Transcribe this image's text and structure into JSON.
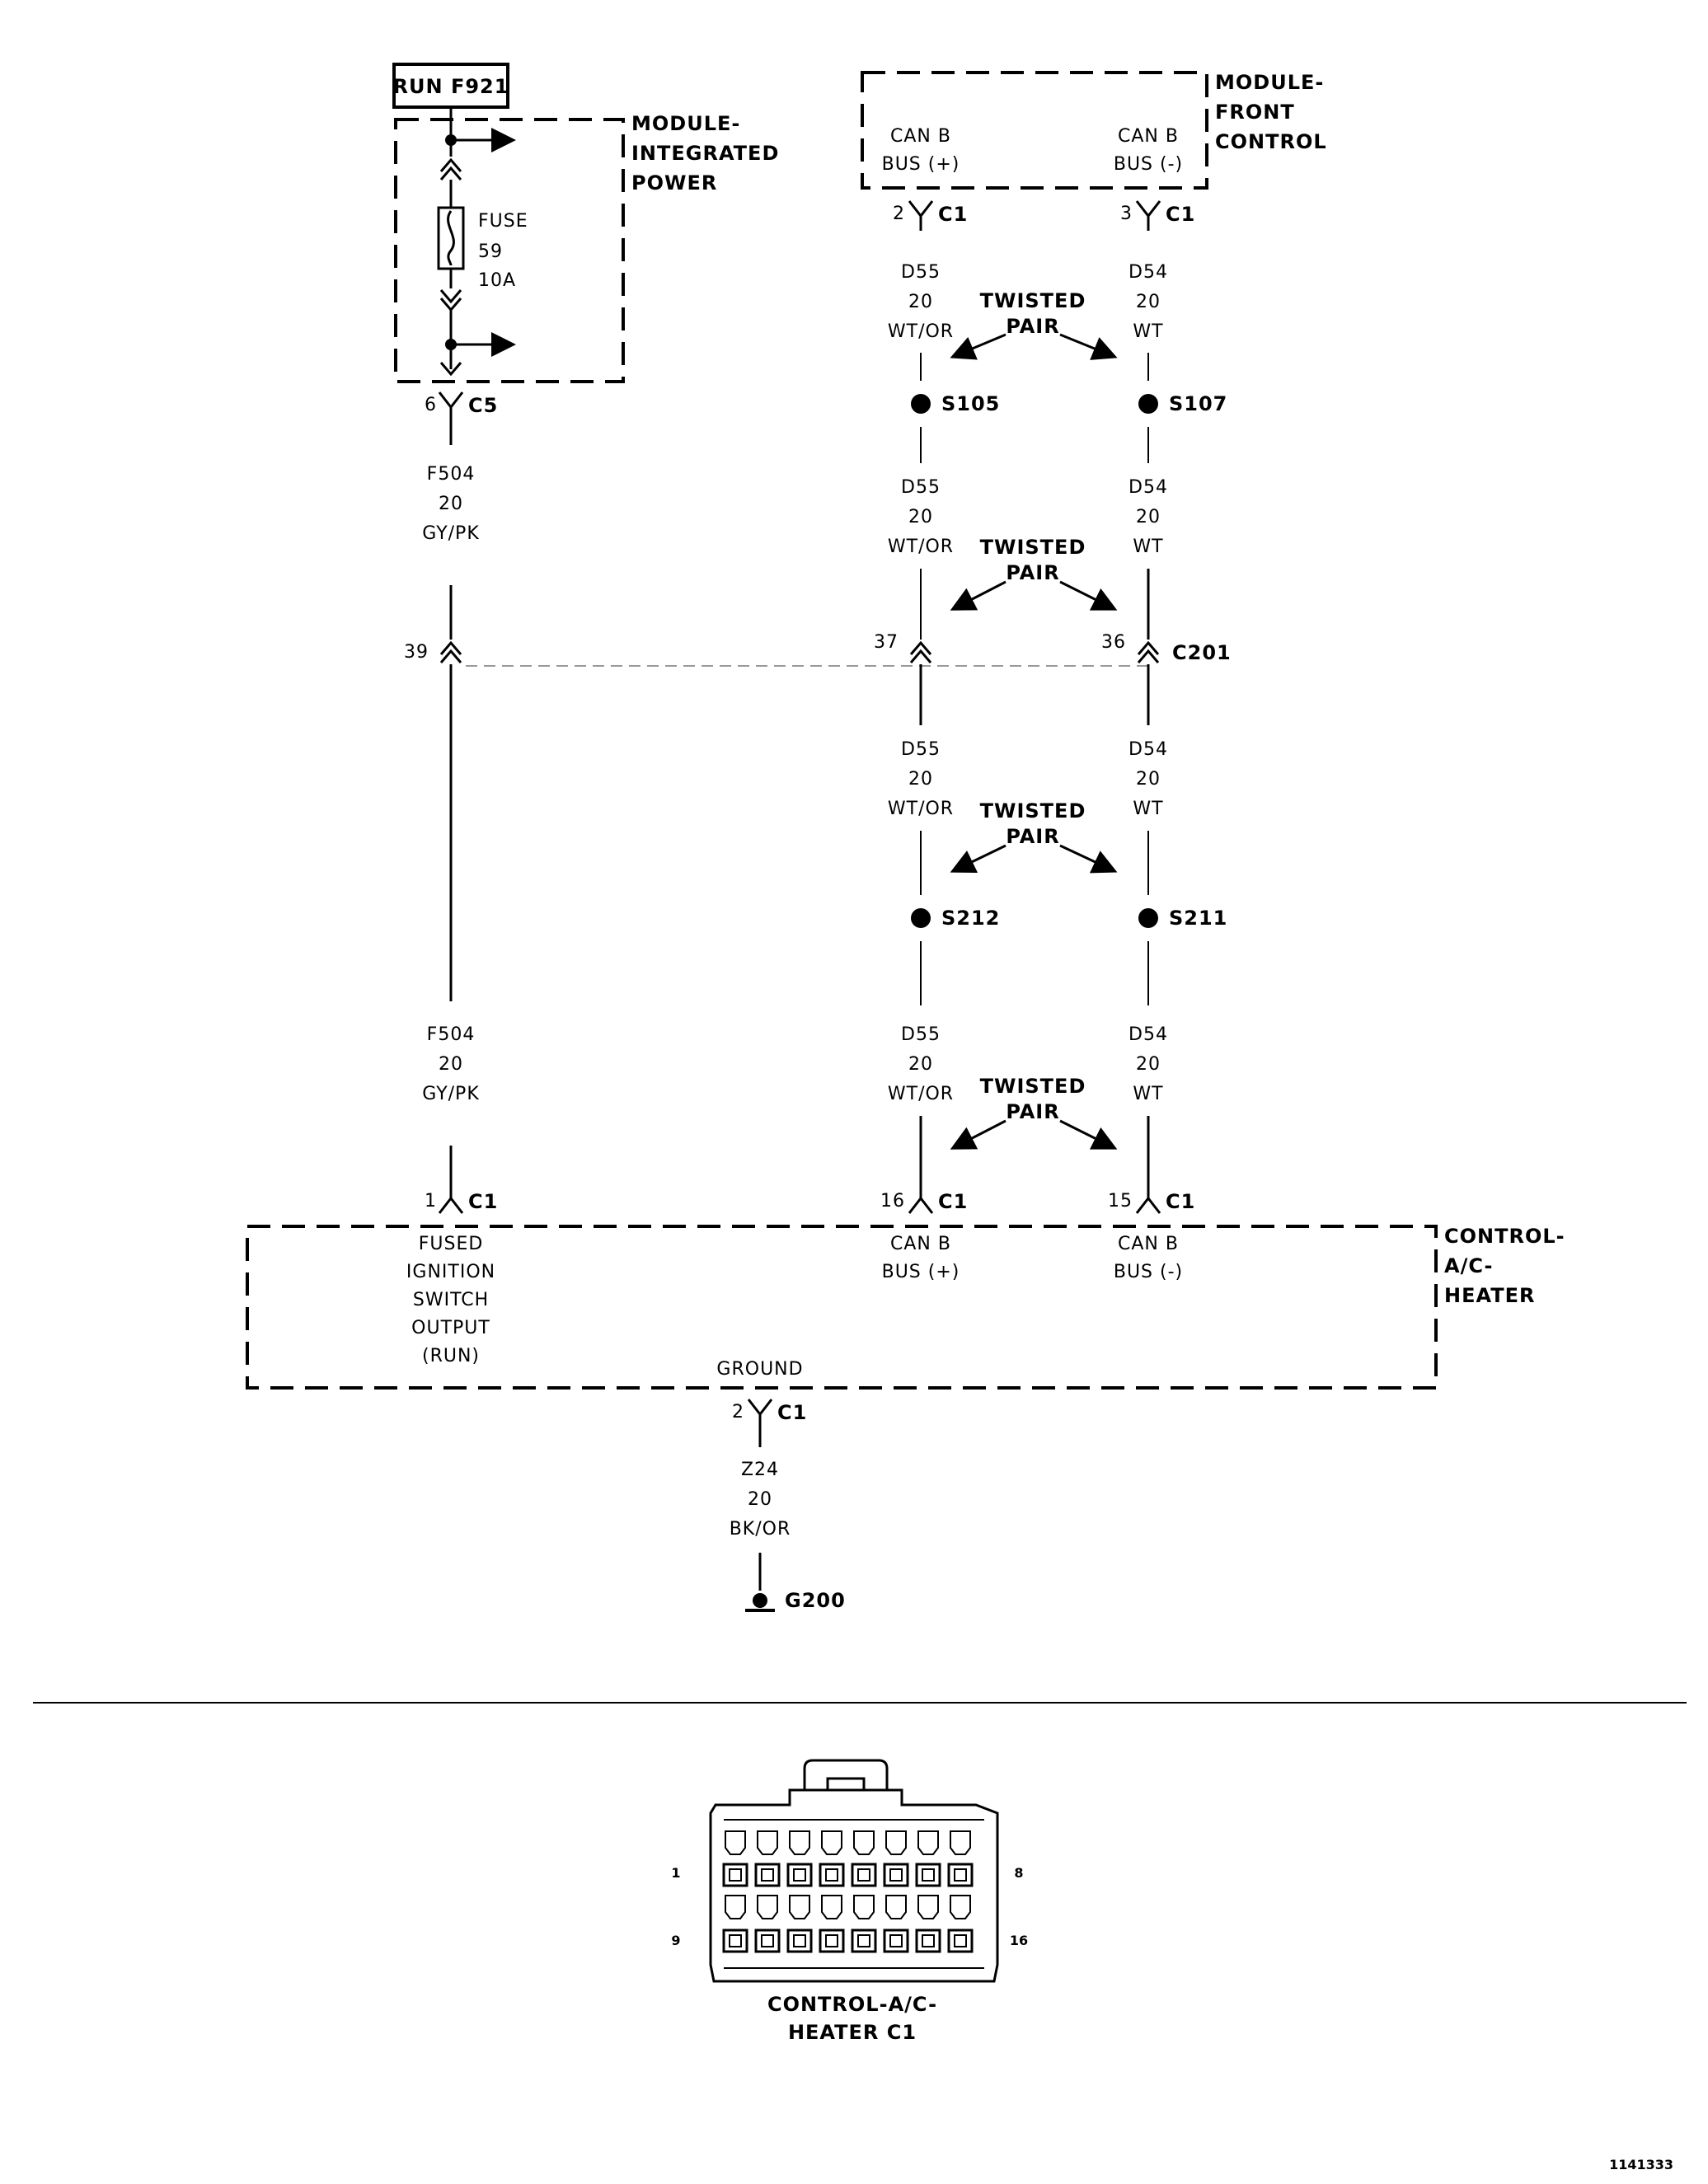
{
  "fuse_source": {
    "label": "RUN F921"
  },
  "module_integrated_power": {
    "title": [
      "MODULE-",
      "INTEGRATED",
      "POWER"
    ],
    "fuse_label": [
      "FUSE",
      "59",
      "10A"
    ]
  },
  "module_front_control": {
    "title": [
      "MODULE-",
      "FRONT",
      "CONTROL"
    ],
    "pin_labels": {
      "can_plus": [
        "CAN B",
        "BUS (+)"
      ],
      "can_minus": [
        "CAN B",
        "BUS (-)"
      ]
    }
  },
  "connectors": {
    "c1_top_plus": {
      "pin": "2",
      "name": "C1"
    },
    "c1_top_minus": {
      "pin": "3",
      "name": "C1"
    },
    "c5": {
      "pin": "6",
      "name": "C5"
    },
    "c201": {
      "pin_left": "39",
      "pin_mid": "37",
      "pin_right": "36",
      "name": "C201"
    },
    "c1_bottom_f504": {
      "pin": "1",
      "name": "C1"
    },
    "c1_bottom_plus": {
      "pin": "16",
      "name": "C1"
    },
    "c1_bottom_minus": {
      "pin": "15",
      "name": "C1"
    },
    "c1_ground": {
      "pin": "2",
      "name": "C1"
    }
  },
  "wires": {
    "f504": [
      "F504",
      "20",
      "GY/PK"
    ],
    "d55": [
      "D55",
      "20",
      "WT/OR"
    ],
    "d54": [
      "D54",
      "20",
      "WT"
    ],
    "z24": [
      "Z24",
      "20",
      "BK/OR"
    ]
  },
  "twisted_pair": [
    "TWISTED",
    "PAIR"
  ],
  "splices": {
    "s105": "S105",
    "s107": "S107",
    "s212": "S212",
    "s211": "S211"
  },
  "control_heater": {
    "title": [
      "CONTROL-",
      "A/C-",
      "HEATER"
    ],
    "pin_fused": [
      "FUSED",
      "IGNITION",
      "SWITCH",
      "OUTPUT",
      "(RUN)"
    ],
    "pin_can_plus": [
      "CAN B",
      "BUS (+)"
    ],
    "pin_can_minus": [
      "CAN B",
      "BUS (-)"
    ],
    "pin_ground": "GROUND"
  },
  "ground": {
    "name": "G200"
  },
  "connector_view": {
    "title": [
      "CONTROL-A/C-",
      "HEATER C1"
    ],
    "pin_top_left": "1",
    "pin_top_right": "8",
    "pin_bottom_left": "9",
    "pin_bottom_right": "16"
  },
  "figure_id": "1141333"
}
